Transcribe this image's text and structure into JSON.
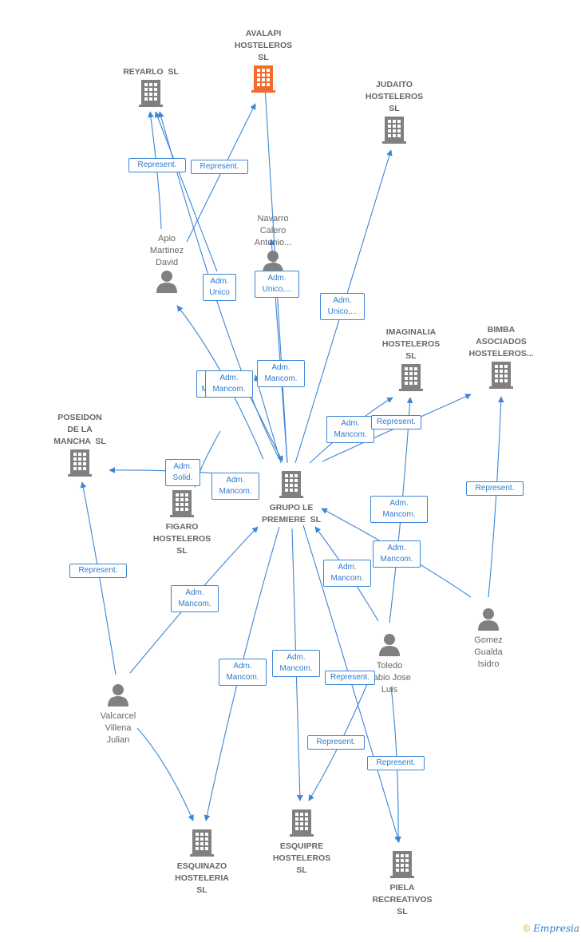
{
  "colors": {
    "edge": "#3d86d6",
    "node": "#808080",
    "highlight": "#f26b2b"
  },
  "nodes": [
    {
      "id": "avalapi",
      "kind": "company",
      "highlight": true,
      "label": "AVALAPI\nHOSTELEROS\nSL"
    },
    {
      "id": "reyarlo",
      "kind": "company",
      "label": "REYARLO  SL"
    },
    {
      "id": "judaito",
      "kind": "company",
      "label": "JUDAITO\nHOSTELEROS\nSL"
    },
    {
      "id": "imaginalia",
      "kind": "company",
      "label": "IMAGINALIA\nHOSTELEROS\nSL"
    },
    {
      "id": "bimba",
      "kind": "company",
      "label": "BIMBA\nASOCIADOS\nHOSTELEROS..."
    },
    {
      "id": "poseidon",
      "kind": "company",
      "label": "POSEIDON\nDE LA\nMANCHA  SL"
    },
    {
      "id": "figaro",
      "kind": "company",
      "label": "FIGARO\nHOSTELEROS\nSL"
    },
    {
      "id": "grupo",
      "kind": "company",
      "label": "GRUPO LE\nPREMIERE  SL"
    },
    {
      "id": "esquinazo",
      "kind": "company",
      "label": "ESQUINAZO\nHOSTELERIA\nSL"
    },
    {
      "id": "esquipre",
      "kind": "company",
      "label": "ESQUIPRE\nHOSTELEROS\nSL"
    },
    {
      "id": "piela",
      "kind": "company",
      "label": "PIELA\nRECREATIVOS\nSL"
    },
    {
      "id": "apio",
      "kind": "person",
      "label": "Apio\nMartinez\nDavid"
    },
    {
      "id": "navarro",
      "kind": "person",
      "label": "Navarro\nCalero\nAntonio..."
    },
    {
      "id": "valcarcel",
      "kind": "person",
      "label": "Valcarcel\nVillena\nJulian"
    },
    {
      "id": "toledo",
      "kind": "person",
      "label": "Toledo\nFabio Jose\nLuis"
    },
    {
      "id": "gomez",
      "kind": "person",
      "label": "Gomez\nGualda\nIsidro"
    }
  ],
  "edge_labels": [
    {
      "id": "e1",
      "text": "Represent."
    },
    {
      "id": "e2",
      "text": "Represent."
    },
    {
      "id": "e3",
      "text": "Adm.\nUnico"
    },
    {
      "id": "e4",
      "text": "Adm.\nUnico,..."
    },
    {
      "id": "e5",
      "text": "Adm.\nUnico,..."
    },
    {
      "id": "e6",
      "text": "Adm.\nMancom."
    },
    {
      "id": "e7",
      "text": "Adm.\nMancom."
    },
    {
      "id": "e8",
      "text": "Adm.\nMancom."
    },
    {
      "id": "e9",
      "text": "Adm.\nMancom."
    },
    {
      "id": "e10",
      "text": "Represent."
    },
    {
      "id": "e11",
      "text": "Adm.\nSolid."
    },
    {
      "id": "e12",
      "text": "Adm.\nMancom."
    },
    {
      "id": "e13",
      "text": "Represent."
    },
    {
      "id": "e14",
      "text": "Represent."
    },
    {
      "id": "e15",
      "text": "Adm.\nMancom."
    },
    {
      "id": "e16",
      "text": "Adm.\nMancom."
    },
    {
      "id": "e17",
      "text": "Adm.\nMancom."
    },
    {
      "id": "e18",
      "text": "Adm.\nMancom."
    },
    {
      "id": "e19",
      "text": "Adm.\nMancom."
    },
    {
      "id": "e20",
      "text": "Adm.\nMancom."
    },
    {
      "id": "e21",
      "text": "Represent."
    },
    {
      "id": "e22",
      "text": "Represent."
    },
    {
      "id": "e23",
      "text": "Represent."
    }
  ],
  "footer": {
    "copyright": "©",
    "brand": "Empresia"
  }
}
